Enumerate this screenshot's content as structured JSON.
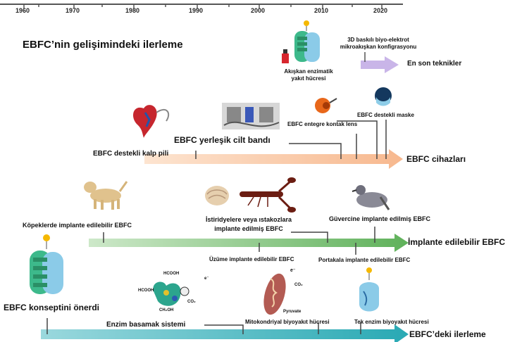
{
  "timeline": {
    "years": [
      "1960",
      "1970",
      "1980",
      "1990",
      "2000",
      "2010",
      "2020"
    ]
  },
  "title": "EBFC’nin gelişimindeki ilerleme",
  "top_row": {
    "enzymatic_flow_cell": "Akışkan enzimatik\nyakıt hücresi",
    "printed_config": "3D baskılı biyo-elektrot\nmikroakışkan konfigrasyonu",
    "latest_arrow": "En son teknikler"
  },
  "devices": {
    "pacemaker": "EBFC destekli kalp pili",
    "skin_patch": "EBFC yerleşik cilt bandı",
    "contact_lens": "EBFC entegre kontak lens",
    "mask": "EBFC destekli maske",
    "arrow": "EBFC cihazları"
  },
  "implantable": {
    "dogs": "Köpeklerde implante edilebilir EBFC",
    "oysters": "İstiridyelere veya ıstakozlara\nimplante edilmiş EBFC",
    "pigeon": "Güvercine implante edilmiş EBFC",
    "grape": "Üzüme implante edilebilir EBFC",
    "orange": "Portakala implante edilebilir EBFC",
    "arrow": "İmplante edilebilir EBFC"
  },
  "progress": {
    "concept": "EBFC konseptini önerdi",
    "cascade": "Enzim basamak sistemi",
    "mito": "Mitokondriyal biyoyakıt hücresi",
    "single": "Tek enzim biyoyakıt hücresi",
    "arrow": "EBFC’deki ilerleme",
    "mol_hcooh_a": "HCOOH",
    "mol_hcooh_b": "HCOOH",
    "mol_ch2oh": "CH₂OH",
    "mol_co2_a": "CO₂",
    "mol_co2_b": "CO₂",
    "mol_e_a": "e⁻",
    "mol_e_b": "e⁻",
    "mol_pyruvate": "Pyruvate"
  },
  "colors": {
    "orange_arrow": "#f9c9a8",
    "purple_arrow": "#c9b5e8",
    "green_arrow": "#7fc27a",
    "teal_arrow": "#3fb8c2"
  }
}
